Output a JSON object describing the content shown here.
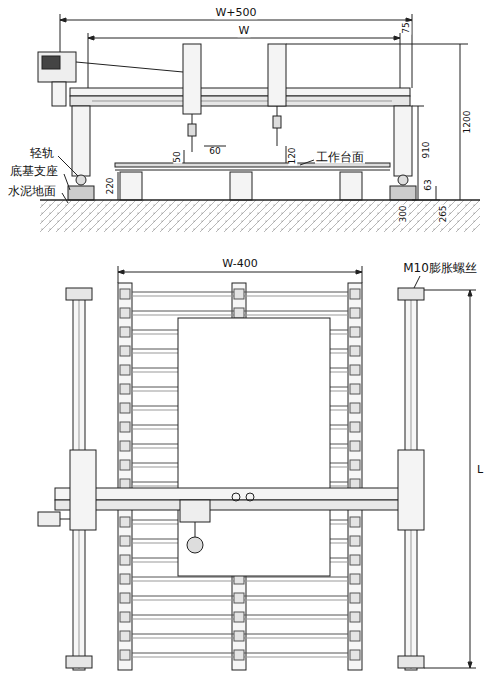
{
  "diagram": {
    "labels": [
      "W+500",
      "W",
      "75",
      "轻轨",
      "底基支座",
      "水泥地面",
      "工作台面",
      "50",
      "60",
      "120",
      "910",
      "1200",
      "63",
      "265",
      "300",
      "220",
      "W-400",
      "M10膨胀螺丝",
      "L"
    ]
  }
}
